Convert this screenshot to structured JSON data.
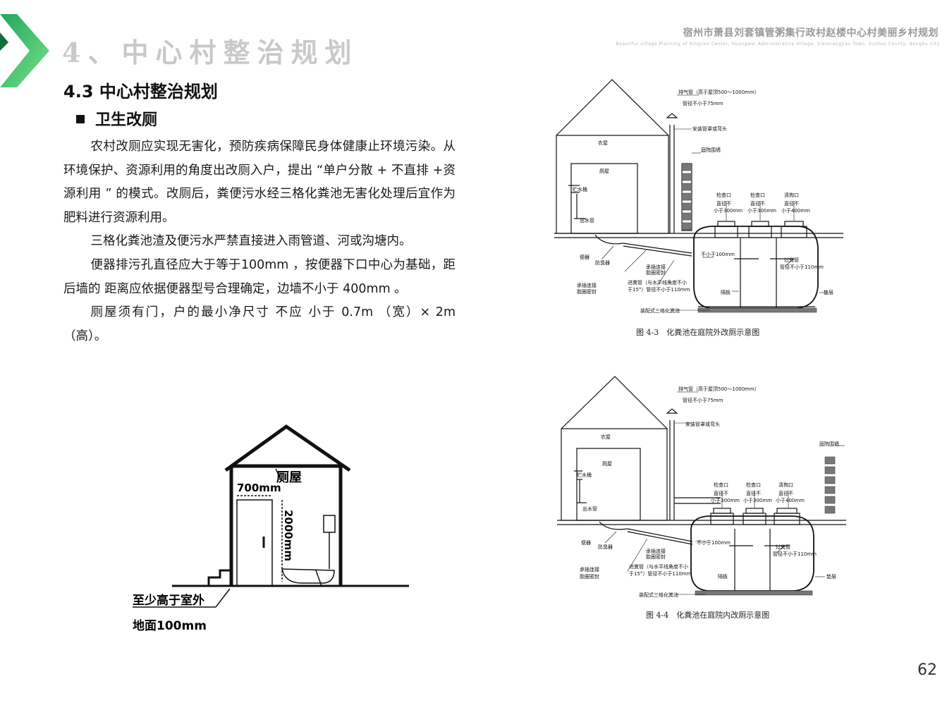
{
  "header": {
    "section_title": "4、中心村整治规划",
    "report_title": "宿州市萧县刘套镇管粥集行政村赵楼中心村美丽乡村规划",
    "report_subtitle": "Beautiful village Planning of Xingjiao Center, Huangwei Administrative Village, Xiaoxiangjiao Town, Suzhou County, Bengbu City"
  },
  "content": {
    "heading": "4.3 中心村整治规划",
    "subheading": "卫生改厕",
    "paragraphs": [
      "农村改厕应实现无害化，预防疾病保障民身体健康止环境污染。从环境保护、资源利用的角度出改厕入户，提出 “单户分散 + 不直排 +资源利用 ” 的模式。改厕后，粪便污水经三格化粪池无害化处理后宜作为肥料进行资源利用。",
      "三格化粪池渣及便污水严禁直接进入雨管道、河或沟塘内。",
      "便器排污孔直径应大于等于100mm ，按便器下口中心为基础，距后墙的 距离应依据便器型号合理确定，边墙不小于 400mm 。",
      "厕屋须有门，户的最小净尺寸 不应 小于 0.7m （宽）× 2m （高）。"
    ]
  },
  "toilet_diagram": {
    "room_label": "厕屋",
    "width_label": "700mm",
    "height_label": "2000mm",
    "note_line1": "至少高于室外",
    "note_line2": "地面100mm"
  },
  "figure_top": {
    "caption": "图 4-3　化粪池在庭院外改厕示意图",
    "labels": {
      "vent": "排气管（高于屋顶500～1000mm）",
      "vent_dia": "管径不小于75mm",
      "vent_cap": "安装管罩或弯头",
      "wall": "庭院围墙",
      "farmhouse": "农屋",
      "toilet_room": "厕屋",
      "tank_water": "贮水桶",
      "outlet": "出水管",
      "pan": "便器",
      "odor": "防臭器",
      "seal_a": "承插连接\n胶圈密封",
      "seal_b": "承插连接\n胶圈密封",
      "inspect1": "检查口",
      "inspect1_dia": "直径不\n小于300mm",
      "inspect2": "检查口",
      "inspect2_dia": "直径不\n小于300mm",
      "clean": "清掏口",
      "clean_dia": "直径不\n小于400mm",
      "min100": "不小于100mm",
      "pass_pipe": "过粪管",
      "pass_dia": "管径不小于110mm",
      "feed_pipe": "进粪管（与水平线角度不小\n于15°）管径不小于110mm",
      "partition": "隔板",
      "base": "垫层",
      "assembly": "装配式三格化粪池"
    }
  },
  "figure_bottom": {
    "caption": "图 4-4　化粪池在庭院内改厕示意图",
    "labels": {
      "vent": "排气管（高于屋顶500～1000mm）",
      "vent_dia": "管径不小于75mm",
      "vent_cap": "安装管罩或弯头",
      "wall": "庭院围墙",
      "farmhouse": "农屋",
      "toilet_room": "厕屋",
      "tank_water": "贮水桶",
      "outlet": "出水管",
      "pan": "便器",
      "odor": "防臭器",
      "seal_a": "承插连接\n胶圈密封",
      "seal_b": "承插连接\n胶圈密封",
      "inspect1": "检查口",
      "inspect1_dia": "直径不\n小于300mm",
      "inspect2": "检查口",
      "inspect2_dia": "直径不\n小于300mm",
      "clean": "清掏口",
      "clean_dia": "直径不\n小于400mm",
      "min100": "不小于100mm",
      "pass_pipe": "过粪管",
      "pass_dia": "管径不小于110mm",
      "feed_pipe": "进粪管（与水平线角度不小\n于15°）管径不小于110mm",
      "partition": "隔板",
      "base": "垫层",
      "assembly": "装配式三格化粪池"
    }
  },
  "page_number": "62",
  "colors": {
    "accent_green": "#2ec46a",
    "accent_dark": "#0f6e3c"
  }
}
